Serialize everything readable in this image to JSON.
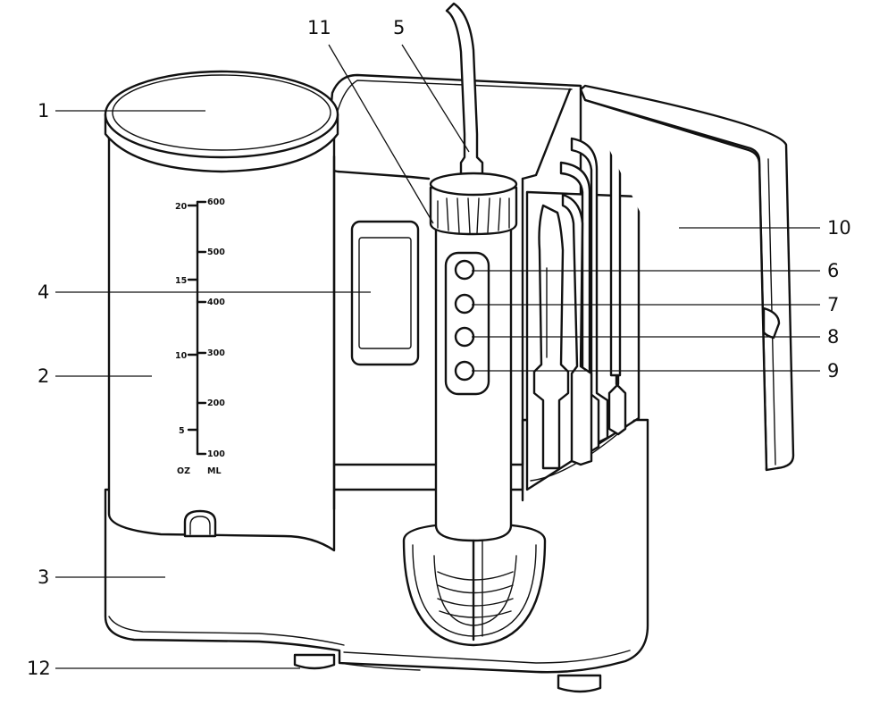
{
  "callouts": [
    {
      "id": "1",
      "label": "1"
    },
    {
      "id": "2",
      "label": "2"
    },
    {
      "id": "3",
      "label": "3"
    },
    {
      "id": "4",
      "label": "4"
    },
    {
      "id": "5",
      "label": "5"
    },
    {
      "id": "6",
      "label": "6"
    },
    {
      "id": "7",
      "label": "7"
    },
    {
      "id": "8",
      "label": "8"
    },
    {
      "id": "9",
      "label": "9"
    },
    {
      "id": "10",
      "label": "10"
    },
    {
      "id": "11",
      "label": "11"
    },
    {
      "id": "12",
      "label": "12"
    }
  ],
  "scale": {
    "oz_label": "OZ",
    "ml_label": "ML",
    "oz_ticks": [
      "20",
      "15",
      "10",
      "5"
    ],
    "ml_ticks": [
      "600",
      "500",
      "400",
      "300",
      "200",
      "100"
    ]
  }
}
